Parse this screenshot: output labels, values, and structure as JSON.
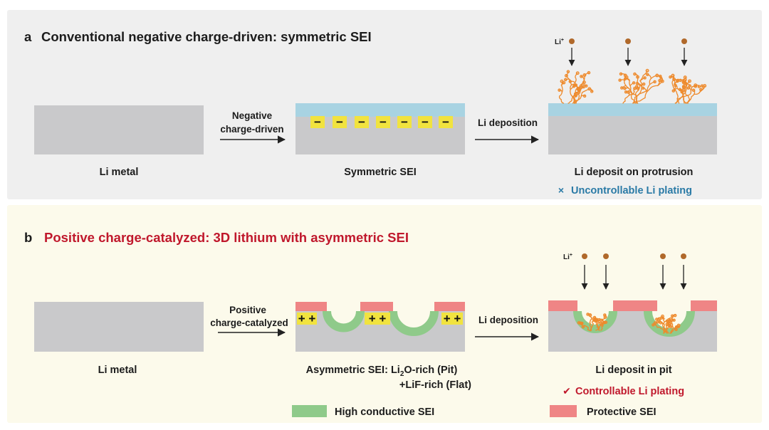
{
  "colors": {
    "panel_a_bg": "#efefef",
    "panel_b_bg": "#fcfaeb",
    "li_metal": "#c9c9cb",
    "sei_blue": "#a8d3e2",
    "charge_yellow": "#f1e33f",
    "high_conductive_green": "#8fca8a",
    "protective_pink": "#ef8585",
    "dendrite_orange": "#ee8a2c",
    "li_ion": "#b0692b",
    "title_b_red": "#c0182c",
    "uncontrollable_blue": "#2a7aa6",
    "text_dark": "#1c1c1c"
  },
  "panel_a": {
    "letter": "a",
    "title": "Conventional negative charge-driven: symmetric SEI",
    "arrow1_label_line1": "Negative",
    "arrow1_label_line2": "charge-driven",
    "arrow2_label": "Li deposition",
    "label_li_metal": "Li metal",
    "label_symmetric_sei": "Symmetric SEI",
    "label_deposit": "Li deposit on protrusion",
    "result_icon": "cross-icon",
    "result_mark": "×",
    "result_text": "Uncontrollable Li plating",
    "li_ion_label": "Li",
    "li_ion_charge": "+",
    "charge_sign": "−"
  },
  "panel_b": {
    "letter": "b",
    "title": "Positive charge-catalyzed: 3D lithium with asymmetric SEI",
    "arrow1_label_line1": "Positive",
    "arrow1_label_line2": "charge-catalyzed",
    "arrow2_label": "Li deposition",
    "label_li_metal": "Li metal",
    "asym_line1_pre": "Asymmetric SEI: Li",
    "asym_line1_sub": "2",
    "asym_line1_post": "O-rich (Pit)",
    "asym_line2": "+LiF-rich (Flat)",
    "label_deposit": "Li deposit in pit",
    "result_icon": "check-icon",
    "result_mark": "✔",
    "result_text": "Controllable Li plating",
    "li_ion_label": "Li",
    "li_ion_charge": "+",
    "charge_sign": "+"
  },
  "legend": {
    "high_conductive": "High conductive SEI",
    "protective": "Protective SEI"
  }
}
